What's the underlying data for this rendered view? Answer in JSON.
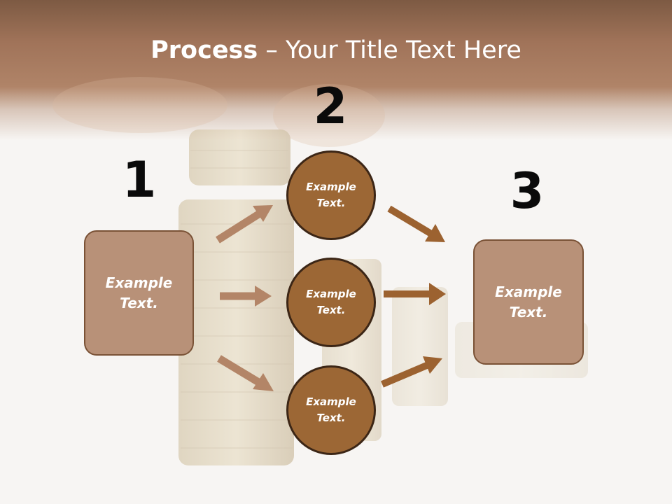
{
  "title": {
    "bold": "Process",
    "rest": " – Your Title Text Here"
  },
  "steps": {
    "one": {
      "number": "1",
      "text": "Example Text."
    },
    "two": {
      "number": "2",
      "items": [
        "Example Text.",
        "Example Text.",
        "Example Text."
      ]
    },
    "three": {
      "number": "3",
      "text": "Example Text."
    }
  },
  "colors": {
    "header": "#a07359",
    "box_fill": "#b89178",
    "box_border": "#7a5236",
    "circle_fill": "#9c6735",
    "circle_border": "#3c2616",
    "arrow_left": "#b38567",
    "arrow_right": "#9c6230"
  }
}
